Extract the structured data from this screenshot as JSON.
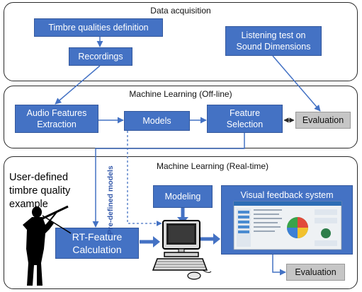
{
  "panels": {
    "acquisition": "Data acquisition",
    "ml_offline": "Machine Learning (Off-line)",
    "ml_realtime": "Machine Learning (Real-time)"
  },
  "boxes": {
    "timbre_def": "Timbre qualities definition",
    "recordings": "Recordings",
    "listening_1": "Listening test on",
    "listening_2": "Sound Dimensions",
    "audio_1": "Audio Features",
    "audio_2": "Extraction",
    "models": "Models",
    "feature_1": "Feature",
    "feature_2": "Selection",
    "evaluation_offline": "Evaluation",
    "modeling": "Modeling",
    "rt_1": "RT-Feature",
    "rt_2": "Calculation",
    "visual": "Visual feedback system",
    "evaluation_rt": "Evaluation"
  },
  "side_text": [
    "User-defined",
    "timbre quality",
    "example"
  ],
  "predefined_label": "Pre-defined models",
  "colors": {
    "box": "#4472c4",
    "gray": "#c6c6c6",
    "line": "#2a2a2a"
  }
}
